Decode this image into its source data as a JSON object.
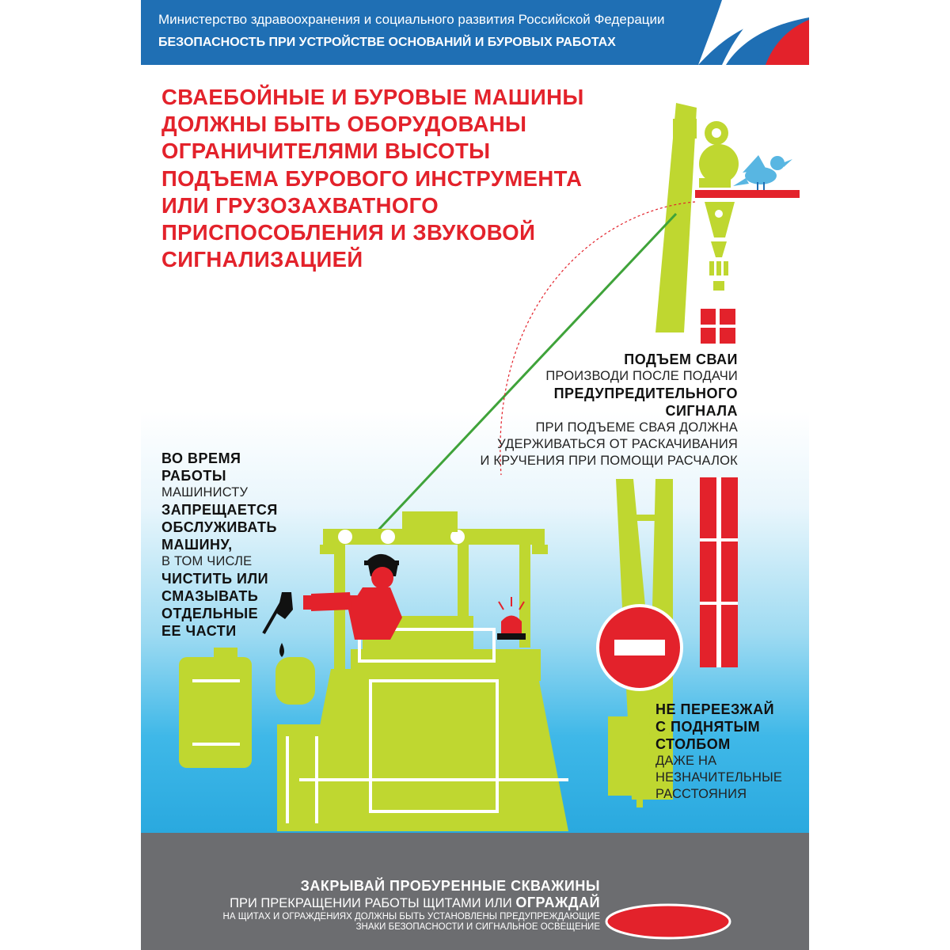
{
  "header": {
    "ministry": "Министерство здравоохранения и социального развития Российской Федерации",
    "series_title": "БЕЗОПАСНОСТЬ  ПРИ УСТРОЙСТВЕ ОСНОВАНИЙ И БУРОВЫХ РАБОТАХ"
  },
  "main_title": {
    "lines": [
      "СВАЕБОЙНЫЕ И БУРОВЫЕ МАШИНЫ",
      "ДОЛЖНЫ БЫТЬ ОБОРУДОВАНЫ",
      "ОГРАНИЧИТЕЛЯМИ ВЫСОТЫ",
      "ПОДЪЕМА БУРОВОГО ИНСТРУМЕНТА",
      "ИЛИ ГРУЗОЗАХВАТНОГО",
      "ПРИСПОСОБЛЕНИЯ И ЗВУКОВОЙ",
      "СИГНАЛИЗАЦИЕЙ"
    ]
  },
  "pile_lift": {
    "heading": "ПОДЪЕМ СВАИ",
    "line1": "ПРОИЗВОДИ ПОСЛЕ ПОДАЧИ",
    "line2": "ПРЕДУПРЕДИТЕЛЬНОГО",
    "line3": "СИГНАЛА",
    "line4": "ПРИ ПОДЪЕМЕ СВАЯ ДОЛЖНА",
    "line5": "УДЕРЖИВАТЬСЯ ОТ РАСКАЧИВАНИЯ",
    "line6": "И КРУЧЕНИЯ ПРИ ПОМОЩИ РАСЧАЛОК"
  },
  "during_work": {
    "l1": "ВО ВРЕМЯ",
    "l2": "РАБОТЫ",
    "l3": "МАШИНИСТУ",
    "l4": "ЗАПРЕЩАЕТСЯ",
    "l5": "ОБСЛУЖИВАТЬ",
    "l6": "МАШИНУ,",
    "l7": "В ТОМ ЧИСЛЕ",
    "l8": "ЧИСТИТЬ ИЛИ",
    "l9": "СМАЗЫВАТЬ",
    "l10": "ОТДЕЛЬНЫЕ",
    "l11": "ЕЕ ЧАСТИ"
  },
  "no_cross": {
    "l1": "НЕ ПЕРЕЕЗЖАЙ",
    "l2": "С ПОДНЯТЫМ",
    "l3": "СТОЛБОМ",
    "l4": "ДАЖЕ НА",
    "l5": "НЕЗНАЧИТЕЛЬНЫЕ",
    "l6": "РАССТОЯНИЯ"
  },
  "boreholes": {
    "l1": "ЗАКРЫВАЙ ПРОБУРЕННЫЕ СКВАЖИНЫ",
    "l2a": "ПРИ ПРЕКРАЩЕНИИ РАБОТЫ ЩИТАМИ ИЛИ ",
    "l2b": "ОГРАЖДАЙ",
    "l3": "НА ЩИТАХ И ОГРАЖДЕНИЯХ ДОЛЖНЫ БЫТЬ УСТАНОВЛЕНЫ ПРЕДУПРЕЖДАЮЩИЕ",
    "l4": "ЗНАКИ БЕЗОПАСНОСТИ И СИГНАЛЬНОЕ ОСВЕЩЕНИЕ"
  },
  "colors": {
    "header_blue": "#1f6fb4",
    "title_red": "#e3222b",
    "machine_green": "#bfd730",
    "ground_gray": "#6c6d70",
    "sky_blue": "#2aa9df"
  },
  "icons": [
    "flag-graphic",
    "bird-icon",
    "no-entry-sign-icon",
    "warning-beacon-icon",
    "oil-can-icon",
    "operator-figure",
    "pile-driver-machine",
    "borehole-cover"
  ]
}
